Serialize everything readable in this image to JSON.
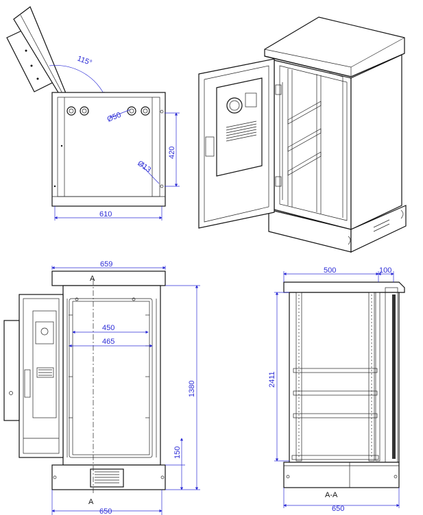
{
  "colors": {
    "dimension": "#2b2bd6",
    "outline": "#111111",
    "background": "#ffffff"
  },
  "top_left_view": {
    "angle": "115°",
    "hole_large": "Ø50",
    "hole_small": "Ø13",
    "height": "420",
    "width": "610"
  },
  "front_view": {
    "overall_width": "659",
    "inner_width_a": "450",
    "inner_width_b": "465",
    "height": "1380",
    "plinth_height": "150",
    "base_width": "650",
    "section_mark_top": "A",
    "section_mark_bottom": "A"
  },
  "section_view": {
    "depth": "500",
    "door_depth": "100",
    "height": "2411",
    "base_depth": "650",
    "section_label": "A-A"
  }
}
